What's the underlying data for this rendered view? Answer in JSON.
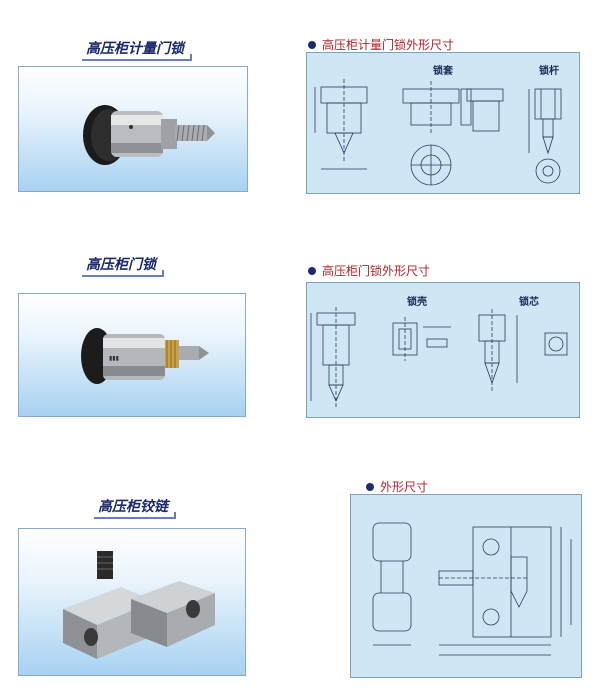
{
  "sections": [
    {
      "product_label": "高压柜计量门锁",
      "drawing_title": "高压柜计量门锁外形尺寸",
      "part_labels": [
        "锁套",
        "锁杆"
      ]
    },
    {
      "product_label": "高压柜门锁",
      "drawing_title": "高压柜门锁外形尺寸",
      "part_labels": [
        "锁壳",
        "锁芯"
      ]
    },
    {
      "product_label": "高压柜铰链",
      "drawing_title": "外形尺寸",
      "part_labels": []
    }
  ],
  "colors": {
    "title_red": "#b0242a",
    "label_blue": "#1a2a6c",
    "drawing_bg": "#cfe6f4",
    "photo_blue": "#a7d2f1"
  }
}
